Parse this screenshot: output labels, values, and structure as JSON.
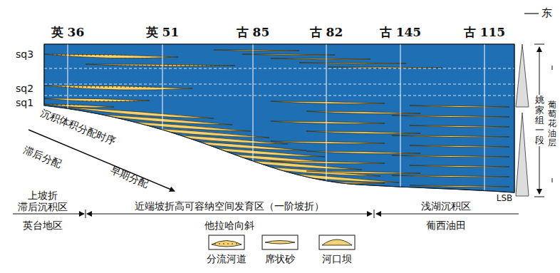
{
  "diagram": {
    "labels": [
      "英 36",
      "英 51",
      "古 85",
      "古 82",
      "古 145",
      "古 115",
      "东",
      "sq3",
      "sq2",
      "sq1",
      "沉积体积分配时序",
      "滞后分配",
      "早期分配",
      "上坡折",
      "滞后沉积区",
      "英台地区",
      "近端坡折高可容纳空间发育区（一阶坡折）",
      "他拉哈向斜",
      "浅湖沉积区",
      "葡西油田",
      "LSB",
      "姚家组一段",
      "葡萄花油层"
    ],
    "legend": [
      {
        "text": "分流河道"
      },
      {
        "text": "席状砂"
      },
      {
        "text": "河口坝"
      }
    ]
  }
}
